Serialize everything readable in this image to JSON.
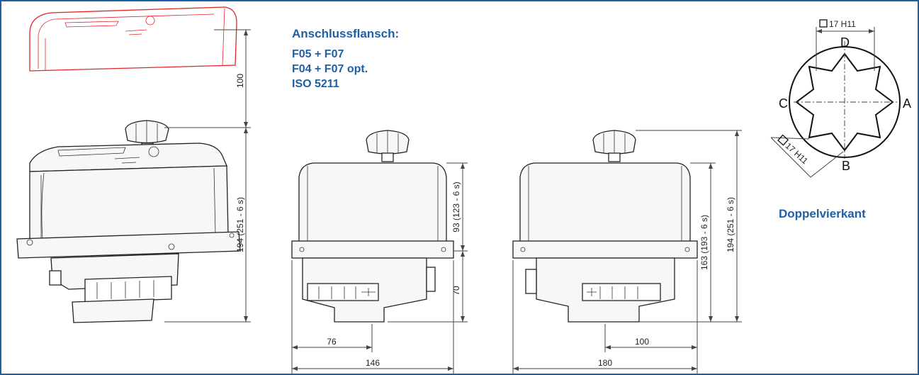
{
  "flange": {
    "title": "Anschlussflansch:",
    "lines": [
      "F05 + F07",
      "F04 + F07 opt.",
      "ISO 5211"
    ]
  },
  "double_square": {
    "label": "Doppelvierkant",
    "dim_top": "17 H11",
    "dim_side": "17 H11",
    "letters": {
      "top": "D",
      "left": "C",
      "right": "A",
      "bottom": "B"
    }
  },
  "left_view": {
    "dim_cover": "100",
    "dim_height": "194 (251 - 6 s)"
  },
  "front_view": {
    "dim_upper": "93 (123 - 6 s)",
    "dim_lower": "70",
    "dim_half_width": "76",
    "dim_width": "146"
  },
  "side_view": {
    "dim_mid": "163 (193 - 6 s)",
    "dim_height": "194 (251 - 6 s)",
    "dim_half_width": "100",
    "dim_width": "180"
  },
  "colors": {
    "accent": "#1f5fa6",
    "cover": "#e0272b"
  }
}
